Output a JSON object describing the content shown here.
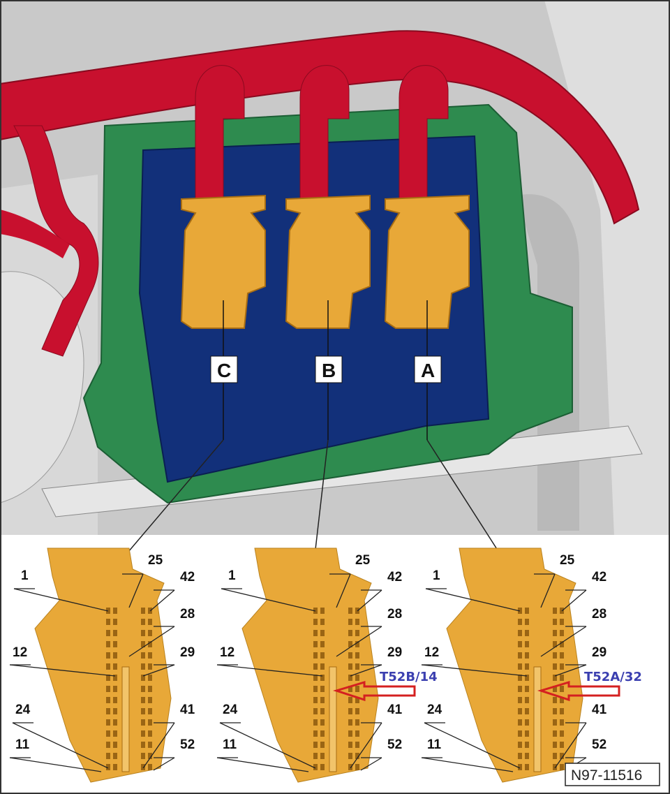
{
  "diagram": {
    "connectors": [
      {
        "id": "C",
        "label": "C",
        "annotation": null
      },
      {
        "id": "B",
        "label": "B",
        "annotation": "T52B/14"
      },
      {
        "id": "A",
        "label": "A",
        "annotation": "T52A/32"
      }
    ],
    "pin_labels": [
      "1",
      "25",
      "42",
      "28",
      "12",
      "29",
      "24",
      "41",
      "11",
      "52"
    ],
    "reference_code": "N97-11516",
    "colors": {
      "harness": "#c8102e",
      "frame": "#2e8b4f",
      "module": "#12307a",
      "connector": "#e8a838",
      "arrow": "#d42020",
      "annotation": "#3b3fb0"
    }
  }
}
